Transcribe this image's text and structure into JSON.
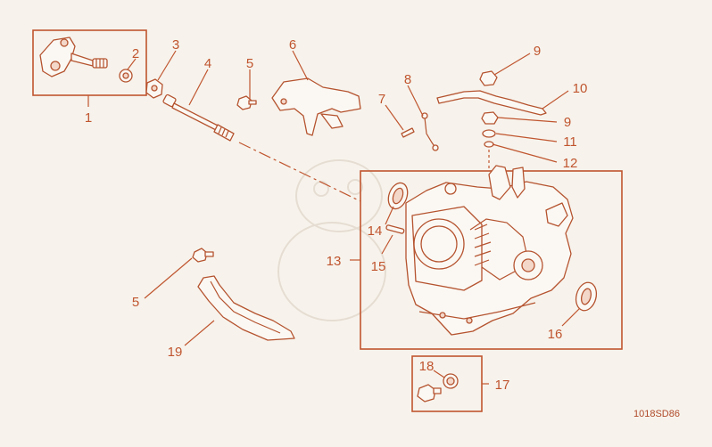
{
  "diagram": {
    "callouts": [
      "1",
      "2",
      "3",
      "4",
      "5",
      "6",
      "7",
      "8",
      "9",
      "10",
      "9",
      "11",
      "12",
      "13",
      "14",
      "15",
      "16",
      "5",
      "19",
      "17",
      "18"
    ],
    "drawing_code": "1018SD86",
    "colors": {
      "line": "#b5532f",
      "label": "#c0552f",
      "background": "#f7f3ec"
    }
  }
}
